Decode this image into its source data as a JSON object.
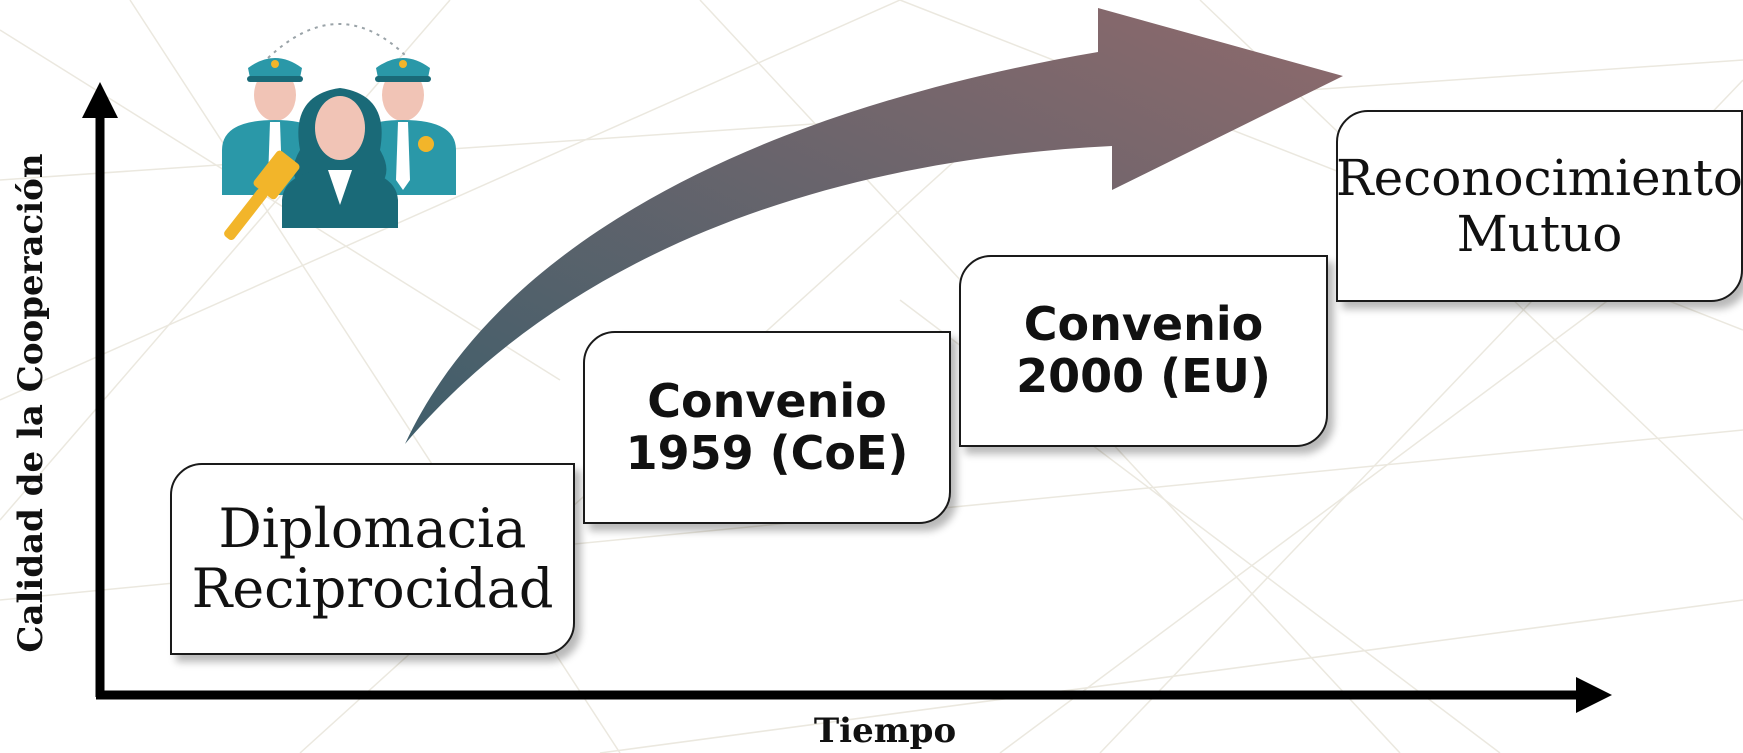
{
  "axes": {
    "y_label": "Calidad de la Cooperación",
    "x_label": "Tiempo"
  },
  "stages": [
    {
      "line1": "Diplomacia",
      "line2": "Reciprocidad"
    },
    {
      "line1": "Convenio",
      "line2": "1959 (CoE)"
    },
    {
      "line1": "Convenio",
      "line2": "2000 (EU)"
    },
    {
      "line1": "Reconocimiento",
      "line2": "Mutuo"
    }
  ],
  "icon": "judge-and-police-officers-icon",
  "colors": {
    "arrow_start": "#3f5e6b",
    "arrow_end": "#8f6a6c",
    "icon_teal": "#2a98a8",
    "icon_dark_teal": "#1a6a78",
    "icon_gold": "#f2b52a",
    "axis": "#000000"
  }
}
